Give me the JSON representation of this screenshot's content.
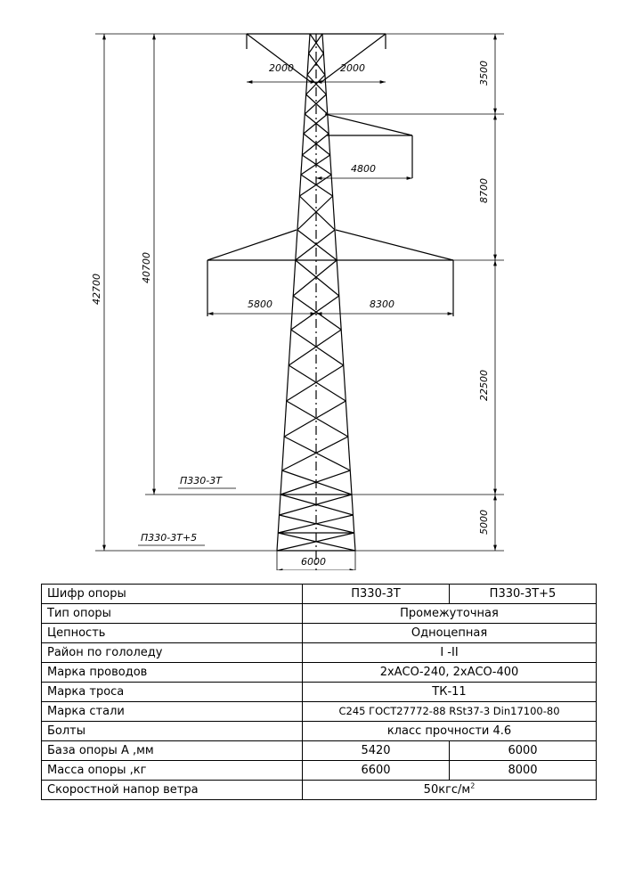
{
  "drawing": {
    "dimensions": {
      "crossarm_top_left": "2000",
      "crossarm_top_right": "2000",
      "crossarm_mid": "4800",
      "crossarm_low_left": "5800",
      "crossarm_low_right": "8300",
      "base_width": "6000",
      "height_total": "42700",
      "height_p330": "40700",
      "seg_top": "3500",
      "seg_upper": "8700",
      "seg_lower": "22500",
      "seg_extension": "5000"
    },
    "labels": {
      "variant_1": "П330-3Т",
      "variant_2": "П330-3Т+5"
    }
  },
  "spec_table": {
    "rows": [
      {
        "label": "Шифр опоры",
        "v1": "П330-3Т",
        "v2": "П330-3Т+5"
      },
      {
        "label": "Тип опоры",
        "value": "Промежуточная"
      },
      {
        "label": "Цепность",
        "value": "Одноцепная"
      },
      {
        "label": "Район по гололеду",
        "value": "I -II"
      },
      {
        "label": "Марка проводов",
        "value": "2хАСО-240, 2хАСО-400"
      },
      {
        "label": "Марка троса",
        "value": "ТК-11"
      },
      {
        "label": "Марка стали",
        "value": "С245 ГОСТ27772-88 RSt37-3 Din17100-80"
      },
      {
        "label": "Болты",
        "value": "класс прочности 4.6"
      },
      {
        "label": "База опоры А ,мм",
        "v1": "5420",
        "v2": "6000"
      },
      {
        "label": "Масса опоры ,кг",
        "v1": "6600",
        "v2": "8000"
      },
      {
        "label": "Скоростной напор ветра",
        "value": "50кгс/м",
        "value_sup": "2"
      }
    ]
  }
}
